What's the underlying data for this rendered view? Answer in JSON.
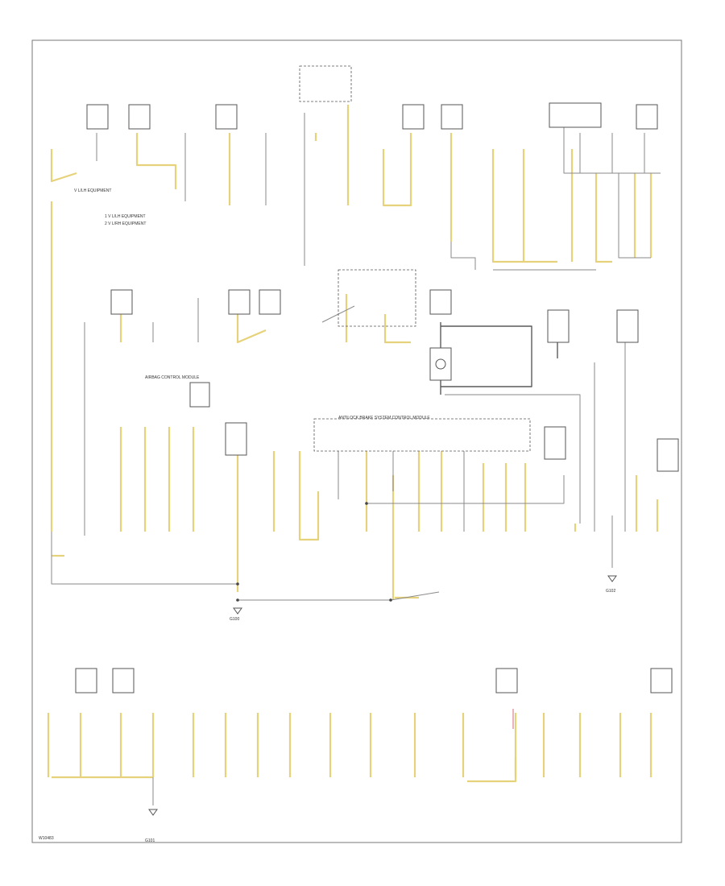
{
  "diagram": {
    "footer_code": "W10483",
    "colors": {
      "frame": "#777777",
      "wire": "#8a8a8a",
      "wire_yellow": "#e6d27a",
      "wire_dark": "#5a5a5a",
      "wire_pink": "#e8a0a8",
      "component": "#555555",
      "text": "#333333"
    },
    "labels": {
      "vl_equipment": "V L/LH EQUIPMENT",
      "legend_1": "1  V L/LH EQUIPMENT",
      "legend_2": "2  V L/RH EQUIPMENT",
      "abs_module": "ANTILOCK BRAKE SYSTEM CONTROL MODULE",
      "airbag_module": "AIRBAG CONTROL MODULE",
      "ground_g1": "G100",
      "ground_g2": "G101",
      "ground_g3": "G102"
    }
  }
}
